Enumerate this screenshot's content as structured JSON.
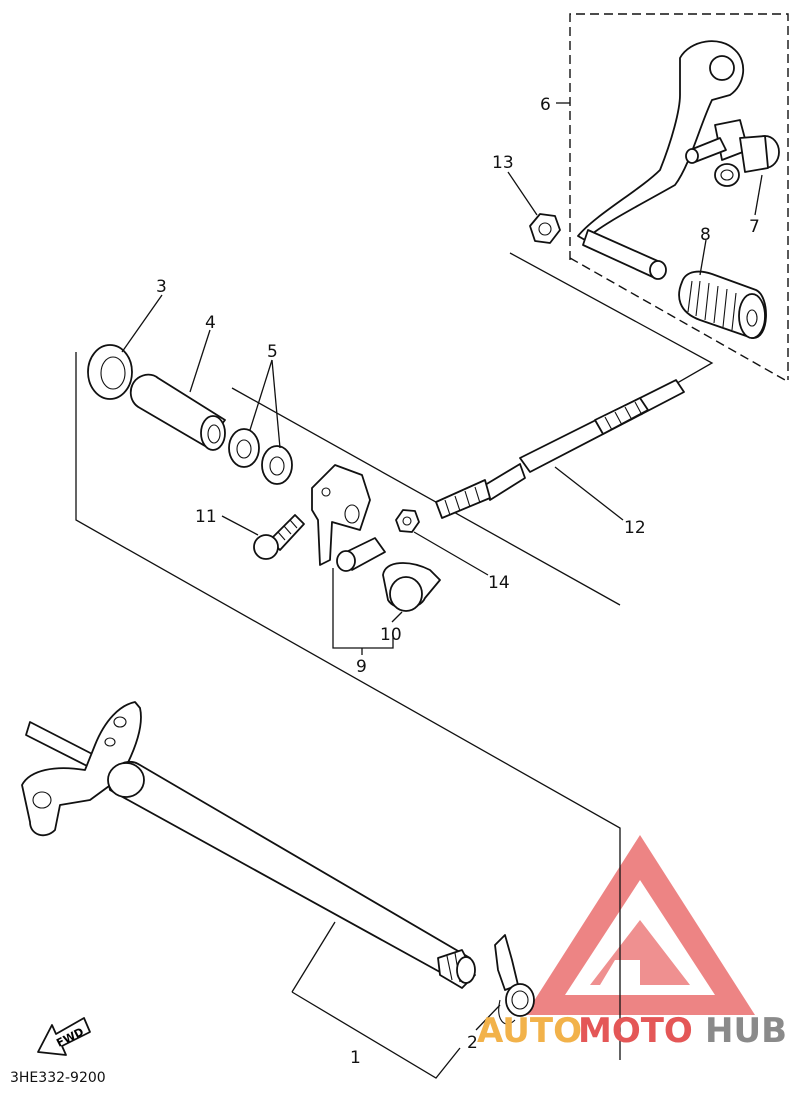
{
  "diagram": {
    "part_code": "3HE332-9200",
    "fwd_label": "FWD",
    "callouts": {
      "c1": "1",
      "c2": "2",
      "c3": "3",
      "c4": "4",
      "c5": "5",
      "c6": "6",
      "c7": "7",
      "c8": "8",
      "c9": "9",
      "c10": "10",
      "c11": "11",
      "c12": "12",
      "c13": "13",
      "c14": "14"
    }
  },
  "watermark": {
    "part1": "AUTO",
    "part2": "MOTO",
    "part3": "HUB",
    "colors": {
      "orange": "#f2b24a",
      "red": "#e45757",
      "gray": "#8a8a8a"
    }
  }
}
